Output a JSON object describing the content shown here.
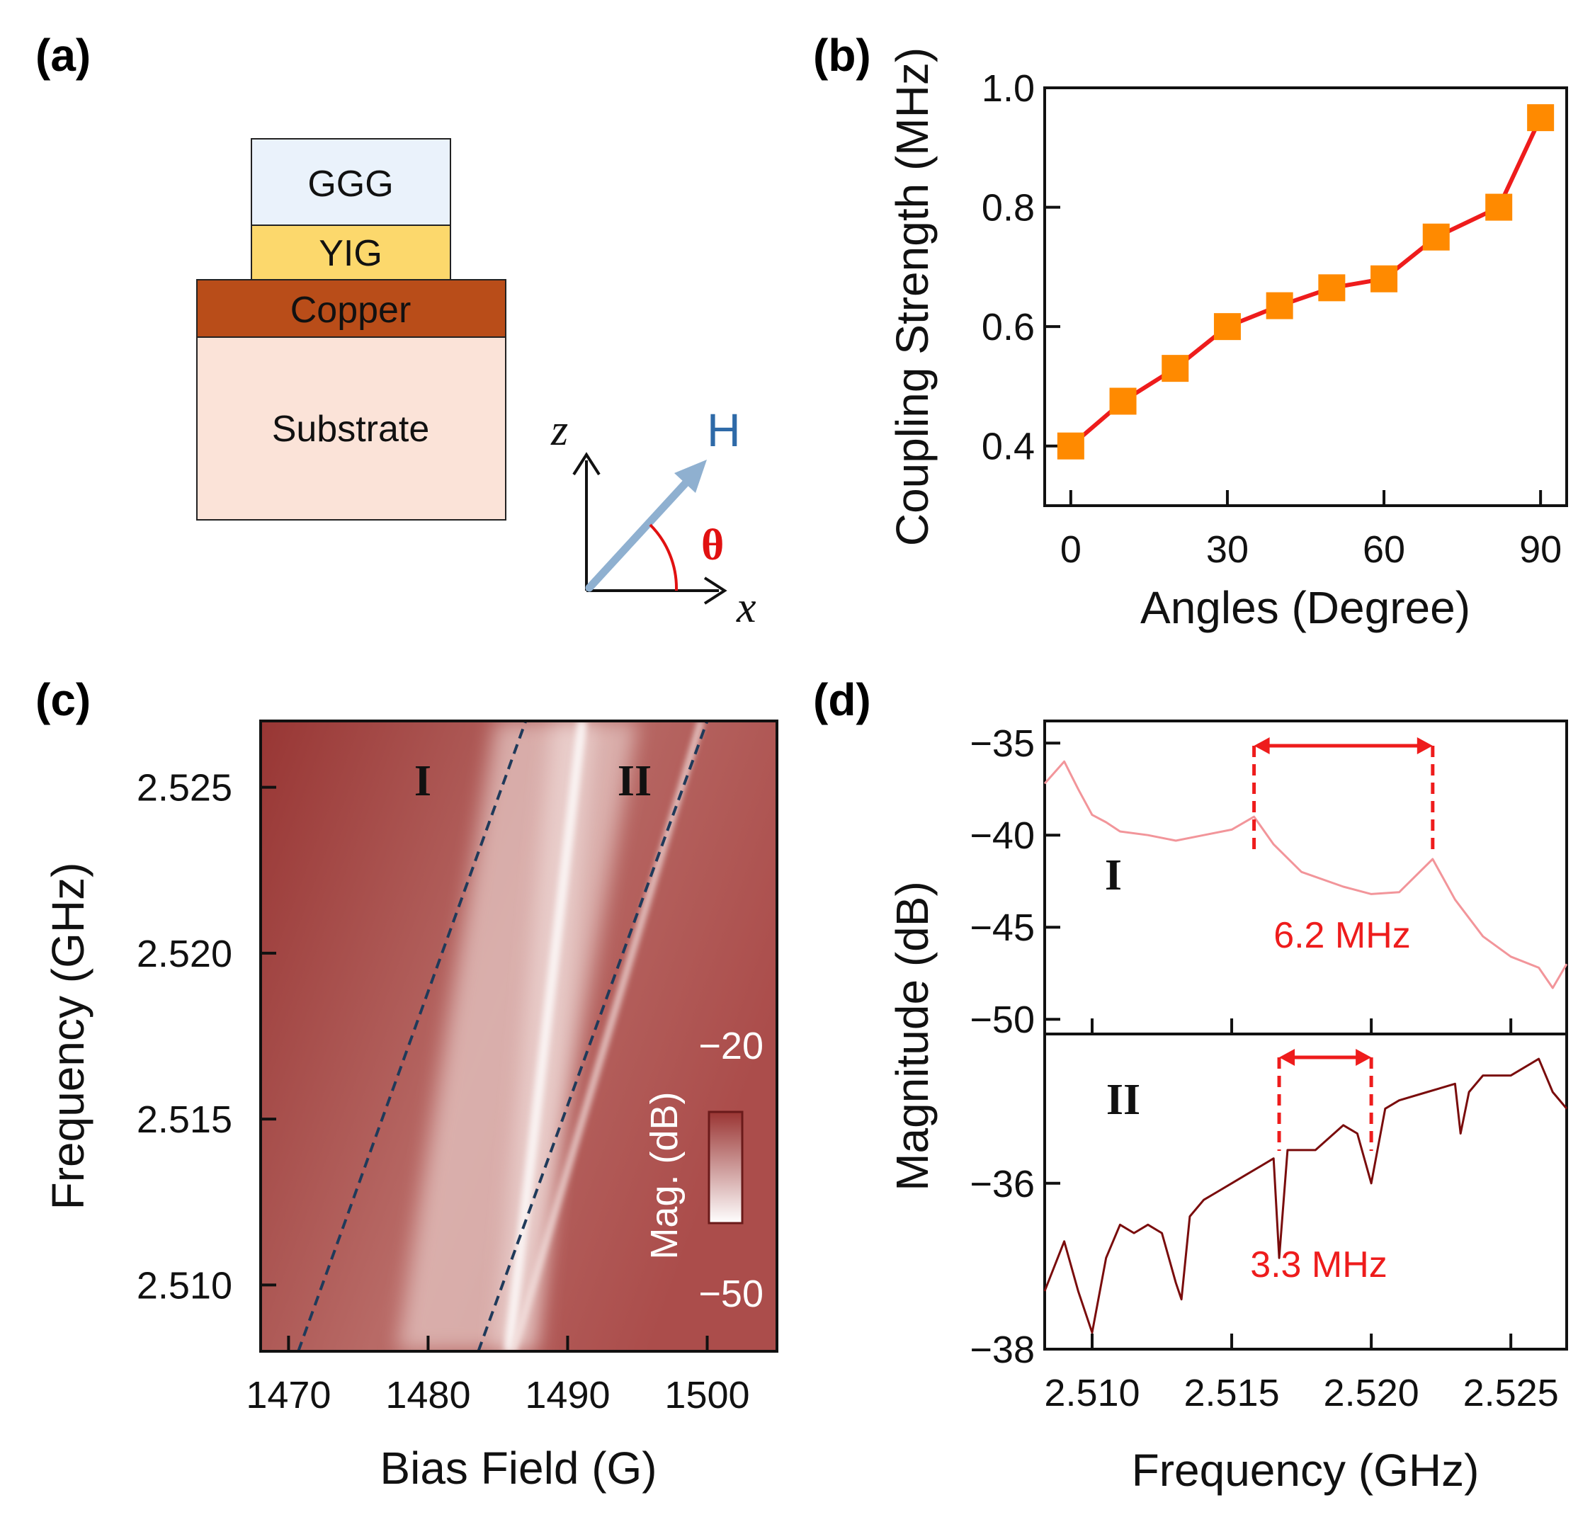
{
  "panel_labels": {
    "a": "(a)",
    "b": "(b)",
    "c": "(c)",
    "d": "(d)"
  },
  "diagram": {
    "layers": [
      "GGG",
      "YIG",
      "Copper",
      "Substrate"
    ],
    "layer_colors": {
      "GGG": "#eaf2fb",
      "YIG": "#fcd86c",
      "Copper": "#b94d19",
      "Substrate": "#fbe3d8"
    },
    "axes": {
      "vertical": "z",
      "horizontal": "x",
      "field": "H",
      "angle": "θ"
    },
    "field_color": "#8fb0d0",
    "field_label_color": "#2e6aa8",
    "angle_color": "#e11111"
  },
  "chart_data": [
    {
      "id": "b",
      "type": "line",
      "xlabel": "Angles (Degree)",
      "ylabel": "Coupling Strength (MHz)",
      "xlim": [
        -5,
        95
      ],
      "ylim": [
        0.3,
        1.0
      ],
      "xticks": [
        "0",
        "30",
        "60",
        "90"
      ],
      "yticks": [
        "0.4",
        "0.6",
        "0.8",
        "1.0"
      ],
      "x": [
        0,
        10,
        20,
        30,
        40,
        50,
        60,
        70,
        82,
        90
      ],
      "y": [
        0.4,
        0.475,
        0.53,
        0.6,
        0.635,
        0.665,
        0.68,
        0.75,
        0.8,
        0.95
      ],
      "line_color": "#ee1c1c",
      "marker_color": "#ff8a00",
      "marker": "square"
    },
    {
      "id": "c",
      "type": "heatmap",
      "xlabel": "Bias Field (G)",
      "ylabel": "Frequency (GHz)",
      "xlim": [
        1468,
        1505
      ],
      "ylim": [
        2.508,
        2.527
      ],
      "xticks": [
        "1470",
        "1480",
        "1490",
        "1500"
      ],
      "yticks": [
        "2.510",
        "2.515",
        "2.520",
        "2.525"
      ],
      "colorbar": {
        "label": "Mag. (dB)",
        "max": "−20",
        "min": "−50",
        "colors": [
          "#9a3533",
          "#ffffff"
        ]
      },
      "region_labels": [
        "I",
        "II"
      ],
      "dashed_lines": [
        {
          "x": [
            1470.7,
            1487.0
          ],
          "y": [
            2.508,
            2.527
          ]
        },
        {
          "x": [
            1483.6,
            1500.0
          ],
          "y": [
            2.508,
            2.527
          ]
        }
      ],
      "dashed_color": "#1f3a5a"
    },
    {
      "id": "d",
      "type": "line",
      "xlabel": "Frequency (GHz)",
      "ylabel": "Magnitude (dB)",
      "xlim": [
        2.5083,
        2.527
      ],
      "xticks": [
        "2.510",
        "2.515",
        "2.520",
        "2.525"
      ],
      "panels": [
        {
          "name": "I",
          "ylim": [
            -50.8,
            -33.8
          ],
          "yticks": [
            "−35",
            "−40",
            "−45",
            "−50"
          ],
          "color": "#f2959a",
          "annotation": {
            "text": "6.2 MHz",
            "from": 2.5158,
            "to": 2.5222,
            "color": "#ee1c1c"
          },
          "x": [
            2.5083,
            2.509,
            2.5095,
            2.51,
            2.5105,
            2.511,
            2.512,
            2.513,
            2.514,
            2.515,
            2.5158,
            2.5165,
            2.5175,
            2.519,
            2.52,
            2.521,
            2.5222,
            2.523,
            2.524,
            2.525,
            2.526,
            2.5265,
            2.527
          ],
          "y": [
            -37.2,
            -36.0,
            -37.5,
            -38.9,
            -39.3,
            -39.8,
            -40.0,
            -40.3,
            -40.0,
            -39.7,
            -39.0,
            -40.5,
            -42.0,
            -42.8,
            -43.2,
            -43.1,
            -41.3,
            -43.5,
            -45.5,
            -46.6,
            -47.2,
            -48.3,
            -47.0
          ]
        },
        {
          "name": "II",
          "ylim": [
            -38.0,
            -34.2
          ],
          "yticks": [
            "−36",
            "−38"
          ],
          "color": "#7a0c0c",
          "annotation": {
            "text": "3.3 MHz",
            "from": 2.5167,
            "to": 2.52,
            "color": "#ee1c1c"
          },
          "x": [
            2.5083,
            2.509,
            2.5095,
            2.51,
            2.5105,
            2.511,
            2.5115,
            2.512,
            2.5125,
            2.513,
            2.5132,
            2.5135,
            2.514,
            2.5145,
            2.515,
            2.5155,
            2.516,
            2.5165,
            2.5167,
            2.517,
            2.518,
            2.519,
            2.5195,
            2.52,
            2.5205,
            2.521,
            2.522,
            2.523,
            2.5232,
            2.5235,
            2.524,
            2.525,
            2.526,
            2.5265,
            2.527
          ],
          "y": [
            -37.3,
            -36.7,
            -37.3,
            -37.8,
            -36.9,
            -36.5,
            -36.6,
            -36.5,
            -36.6,
            -37.2,
            -37.4,
            -36.4,
            -36.2,
            -36.1,
            -36.0,
            -35.9,
            -35.8,
            -35.7,
            -36.9,
            -35.6,
            -35.6,
            -35.3,
            -35.4,
            -36.0,
            -35.1,
            -35.0,
            -34.9,
            -34.8,
            -35.4,
            -34.9,
            -34.7,
            -34.7,
            -34.5,
            -34.9,
            -35.1
          ]
        }
      ]
    }
  ]
}
